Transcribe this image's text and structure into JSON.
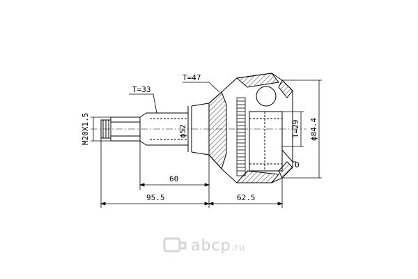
{
  "labels": {
    "thread": "M20X1.5",
    "teeth_outer": "T=33",
    "teeth_abs": "T=47",
    "shaft_diameter": "ϕ52",
    "inner_teeth": "T=29",
    "outer_diameter": "ϕ84.4",
    "ring_marker": "O",
    "dim_60": "60",
    "dim_95_5": "95.5",
    "dim_62_5": "62.5"
  },
  "logo": {
    "name": "abcp",
    "suffix": ".ru",
    "color": "#cfcfcf"
  },
  "colors": {
    "line": "#000000",
    "background": "#ffffff"
  }
}
